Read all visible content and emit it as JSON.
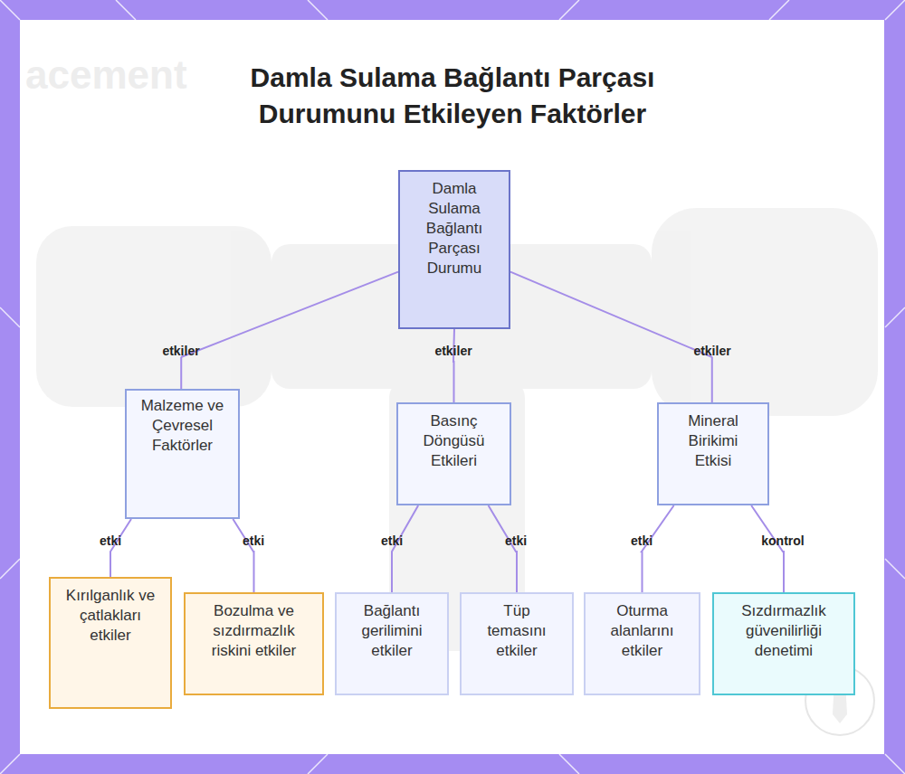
{
  "diagram": {
    "title": "Damla Sulama Bağlantı Parçası Durumunu Etkileyen Faktörler",
    "nodes": [
      {
        "text": [
          "Damla Sulama Bağlantı Parçası Durumu"
        ]
      },
      {
        "text": [
          "Malzeme ve Çevresel Faktörler"
        ]
      },
      {
        "text": [
          "Basınç Döngüsü Etkileri"
        ]
      },
      {
        "text": [
          "Mineral Birikimi Etkisi"
        ]
      },
      {
        "text": [
          "Kırılganlık ve çatlakları etkiler"
        ]
      },
      {
        "text": [
          "Bozulma ve sızdırmazlık riskini etkiler"
        ]
      },
      {
        "text": [
          "Bağlantı gerilimini etkiler"
        ]
      },
      {
        "text": [
          "Tüp temasını etkiler"
        ]
      },
      {
        "text": [
          "Oturma alanlarını etkiler"
        ]
      },
      {
        "text": [
          "Sızdırmazlık güvenilirliği denetimi"
        ]
      }
    ],
    "edges": [
      {
        "from": 0,
        "to": 1,
        "label": "etkiler",
        "arrow": "none"
      },
      {
        "from": 0,
        "to": 2,
        "label": "etkiler",
        "arrow": "none"
      },
      {
        "from": 0,
        "to": 3,
        "label": "etkiler",
        "arrow": "none"
      },
      {
        "from": 1,
        "to": 4,
        "label": "etki",
        "arrow": "none"
      },
      {
        "from": 1,
        "to": 5,
        "label": "etki",
        "arrow": "none"
      },
      {
        "from": 2,
        "to": 6,
        "label": "etki",
        "arrow": "none"
      },
      {
        "from": 2,
        "to": 7,
        "label": "etki",
        "arrow": "none"
      },
      {
        "from": 3,
        "to": 8,
        "label": "etki",
        "arrow": "none"
      },
      {
        "from": 3,
        "to": 9,
        "label": "kontrol",
        "arrow": "none"
      }
    ],
    "labels": [
      "acement"
    ]
  }
}
